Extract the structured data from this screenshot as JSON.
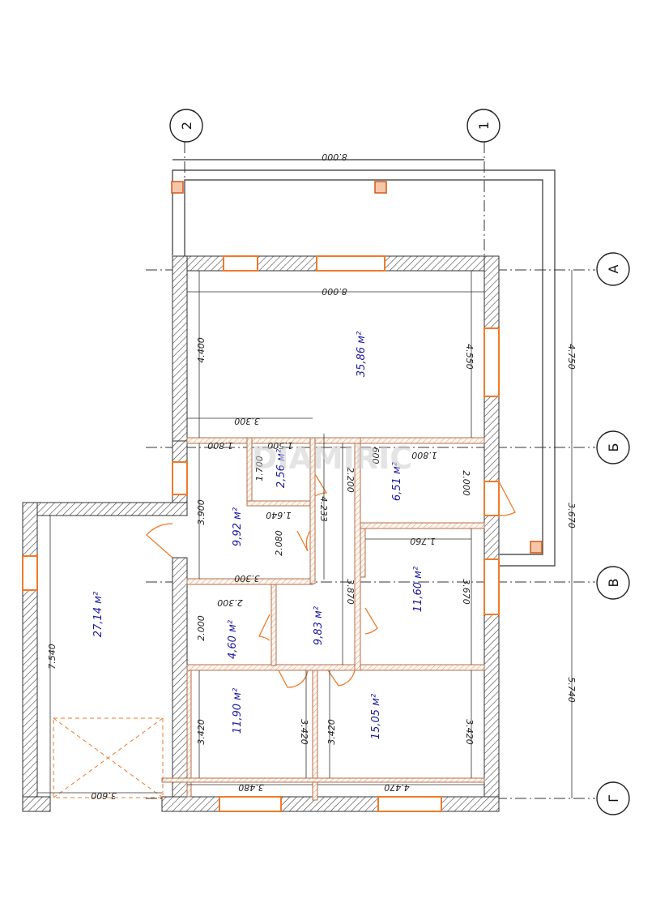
{
  "axes": {
    "a": "А",
    "b": "Б",
    "v": "В",
    "g": "Г",
    "one": "1",
    "two": "2"
  },
  "dims": {
    "axis_12": "8.000",
    "top_inner": "8.000",
    "room_left_h": "4.400",
    "room_right_h": "4.550",
    "dim_4750": "4.750",
    "dim_3670": "3.670",
    "dim_5740": "5.740",
    "w_3300a": "3.300",
    "w_1800": "1.800",
    "w_1500": "1.500",
    "h_1700": "1.700",
    "h_3900": "3.900",
    "h_4233": "4.233",
    "h_2200": "2.200",
    "w_1640": "1.640",
    "h_2080": "2.080",
    "w_600": "600",
    "w_1800b": "1.800",
    "h_2000b": "2.000",
    "w_1760": "1.760",
    "h_3670b": "3.670",
    "w_3300b": "3.300",
    "h_3870": "3.870",
    "w_2300": "2.300",
    "h_2000c": "2.000",
    "h_7540": "7.540",
    "h_3420a": "3.420",
    "h_3420b": "3.420",
    "h_3420c": "3.420",
    "h_3420d": "3.420",
    "w_3480": "3.480",
    "w_4470": "4.470",
    "w_3600": "3.600"
  },
  "areas": {
    "living": "35,86 м²",
    "wc": "2,56 м²",
    "hall": "9,92 м²",
    "room_651": "6,51 м²",
    "room_1160": "11,60 м²",
    "garage": "27,14 м²",
    "room_460": "4,60 м²",
    "corridor": "9,83 м²",
    "bedroom_1": "11,90 м²",
    "bedroom_2": "15,05 м²"
  },
  "watermark": "DIAMIRIC",
  "colors": {
    "wall": "#555555",
    "window": "#f07a2a",
    "area_text": "#1a1aa0",
    "dim": "#222222"
  }
}
